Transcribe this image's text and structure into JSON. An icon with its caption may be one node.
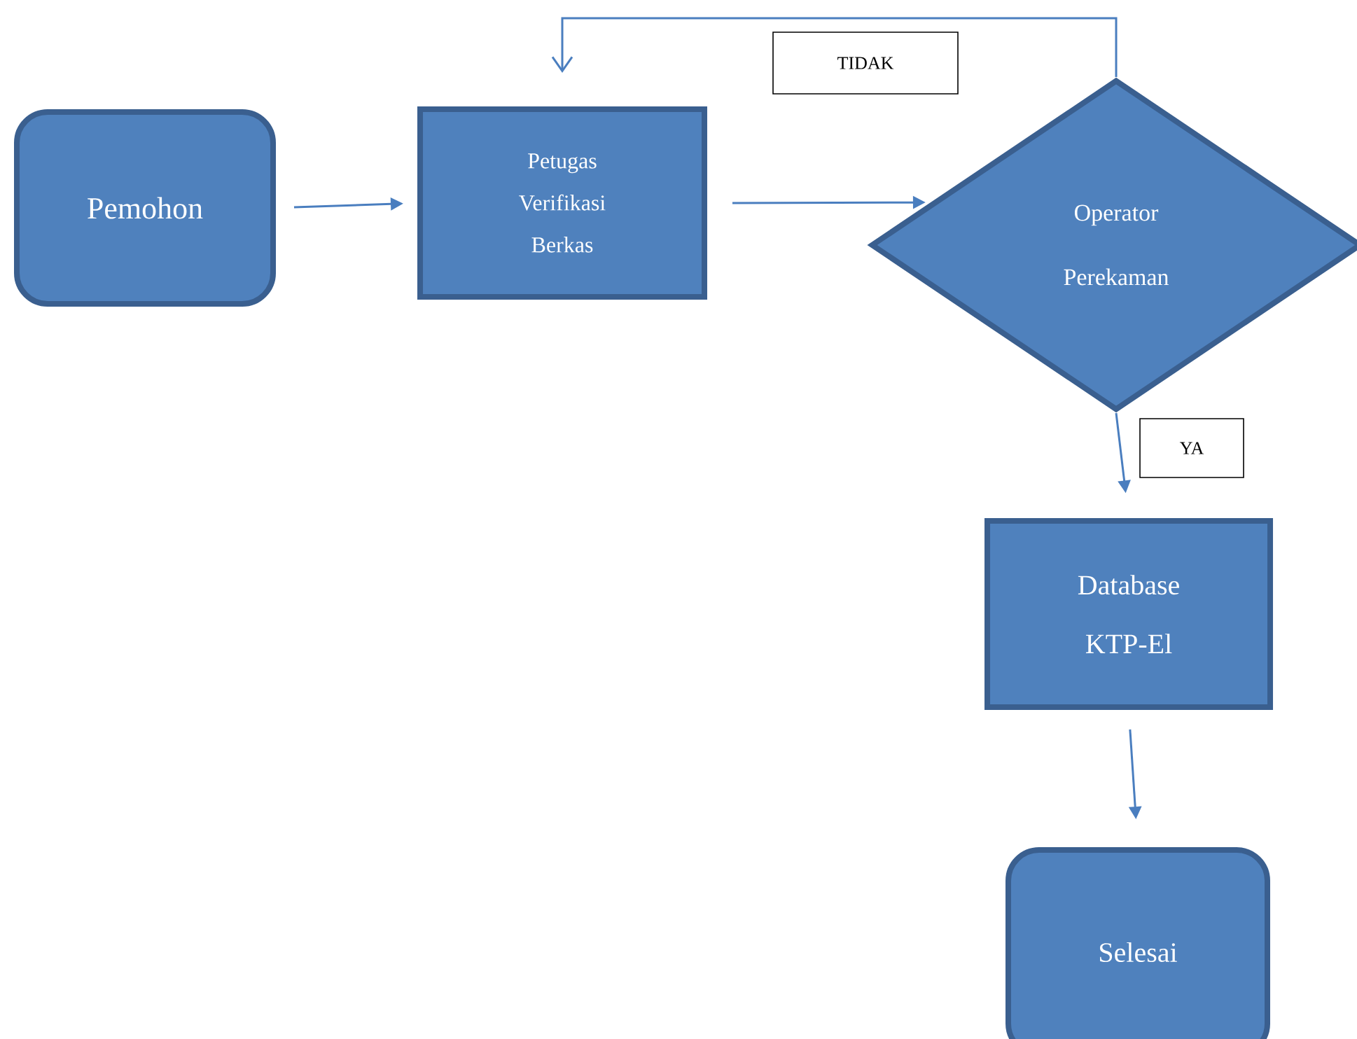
{
  "diagram": {
    "nodes": [
      {
        "text": [
          "Pemohon"
        ]
      },
      {
        "text": [
          "Petugas Verifikasi Berkas"
        ]
      },
      {
        "text": [
          "Operator Perekaman"
        ]
      },
      {
        "text": [
          "Database KTP-El"
        ]
      },
      {
        "text": [
          "Selesai"
        ]
      }
    ],
    "edges": [
      {
        "from": 0,
        "to": 1,
        "arrow": "to"
      },
      {
        "from": 1,
        "to": 2,
        "arrow": "to"
      },
      {
        "from": 2,
        "to": 1,
        "arrow": "to",
        "label": "TIDAK"
      },
      {
        "from": 2,
        "to": 3,
        "arrow": "to",
        "label": "YA"
      },
      {
        "from": 3,
        "to": 4,
        "arrow": "to"
      }
    ]
  }
}
